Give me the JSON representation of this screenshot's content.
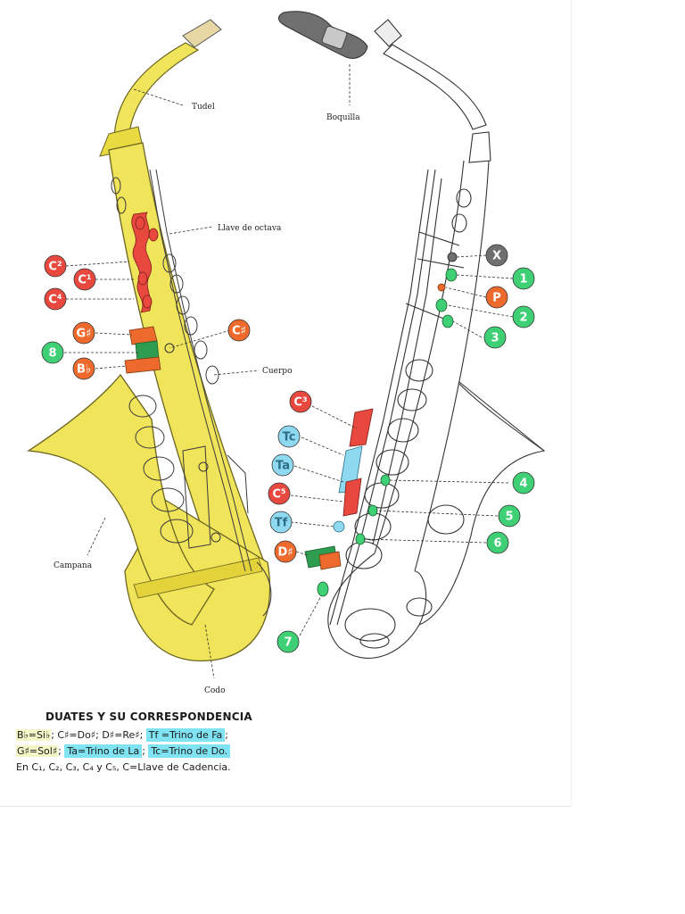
{
  "labels": {
    "tudel": "Tudel",
    "boquilla": "Boquilla",
    "llave_octava": "Llave de octava",
    "cuerpo": "Cuerpo",
    "campana": "Campana",
    "codo": "Codo"
  },
  "keys_left": [
    {
      "id": "C2",
      "text": "C²",
      "color": "#e8483e"
    },
    {
      "id": "C1",
      "text": "C¹",
      "color": "#e8483e"
    },
    {
      "id": "C4",
      "text": "C⁴",
      "color": "#e8483e"
    },
    {
      "id": "Gs",
      "text": "G♯",
      "color": "#ee6a2c"
    },
    {
      "id": "8",
      "text": "8",
      "color": "#3fcf74"
    },
    {
      "id": "Bb",
      "text": "B♭",
      "color": "#ee6a2c"
    },
    {
      "id": "Cs",
      "text": "C♯",
      "color": "#ee6a2c"
    }
  ],
  "keys_right": [
    {
      "id": "X",
      "text": "X",
      "color": "#6f6f6f"
    },
    {
      "id": "1",
      "text": "1",
      "color": "#3fcf74"
    },
    {
      "id": "P",
      "text": "P",
      "color": "#ee6a2c"
    },
    {
      "id": "2",
      "text": "2",
      "color": "#3fcf74"
    },
    {
      "id": "3",
      "text": "3",
      "color": "#3fcf74"
    },
    {
      "id": "C3",
      "text": "C³",
      "color": "#e8483e"
    },
    {
      "id": "Tc",
      "text": "Tc",
      "color": "#8fd9f0"
    },
    {
      "id": "Ta",
      "text": "Ta",
      "color": "#8fd9f0"
    },
    {
      "id": "C5",
      "text": "C⁵",
      "color": "#e8483e"
    },
    {
      "id": "Tf",
      "text": "Tf",
      "color": "#8fd9f0"
    },
    {
      "id": "Ds",
      "text": "D♯",
      "color": "#ee6a2c"
    },
    {
      "id": "4",
      "text": "4",
      "color": "#3fcf74"
    },
    {
      "id": "5",
      "text": "5",
      "color": "#3fcf74"
    },
    {
      "id": "6",
      "text": "6",
      "color": "#3fcf74"
    },
    {
      "id": "7",
      "text": "7",
      "color": "#3fcf74"
    }
  ],
  "legend": {
    "title": "DUATES Y SU CORRESPONDENCIA",
    "line1_a": "B♭=Si♭",
    "line1_b": "; C♯=Do♯; D♯=Re♯; ",
    "line1_c": "Tf =Trino de Fa",
    "line1_d": ";",
    "line2_a": "G♯=Sol♯",
    "line2_b": "; ",
    "line2_c": "Ta=Trino de La",
    "line2_d": "; ",
    "line2_e": "Tc=Trino de Do.",
    "line3": "En C₁, C₂, C₃, C₄ y C₅, C=Llave de Cadencia."
  },
  "colors": {
    "brass_yellow": "#f0e45a",
    "brass_outline": "#6b6420",
    "line_ink": "#333333",
    "cadence_red": "#e8483e",
    "sharp_orange": "#ee6a2c",
    "finger_green": "#3fcf74",
    "trill_cyan": "#8fd9f0",
    "hl_cyan": "#7fe3f2",
    "hl_yellow": "#f3f7c6"
  }
}
